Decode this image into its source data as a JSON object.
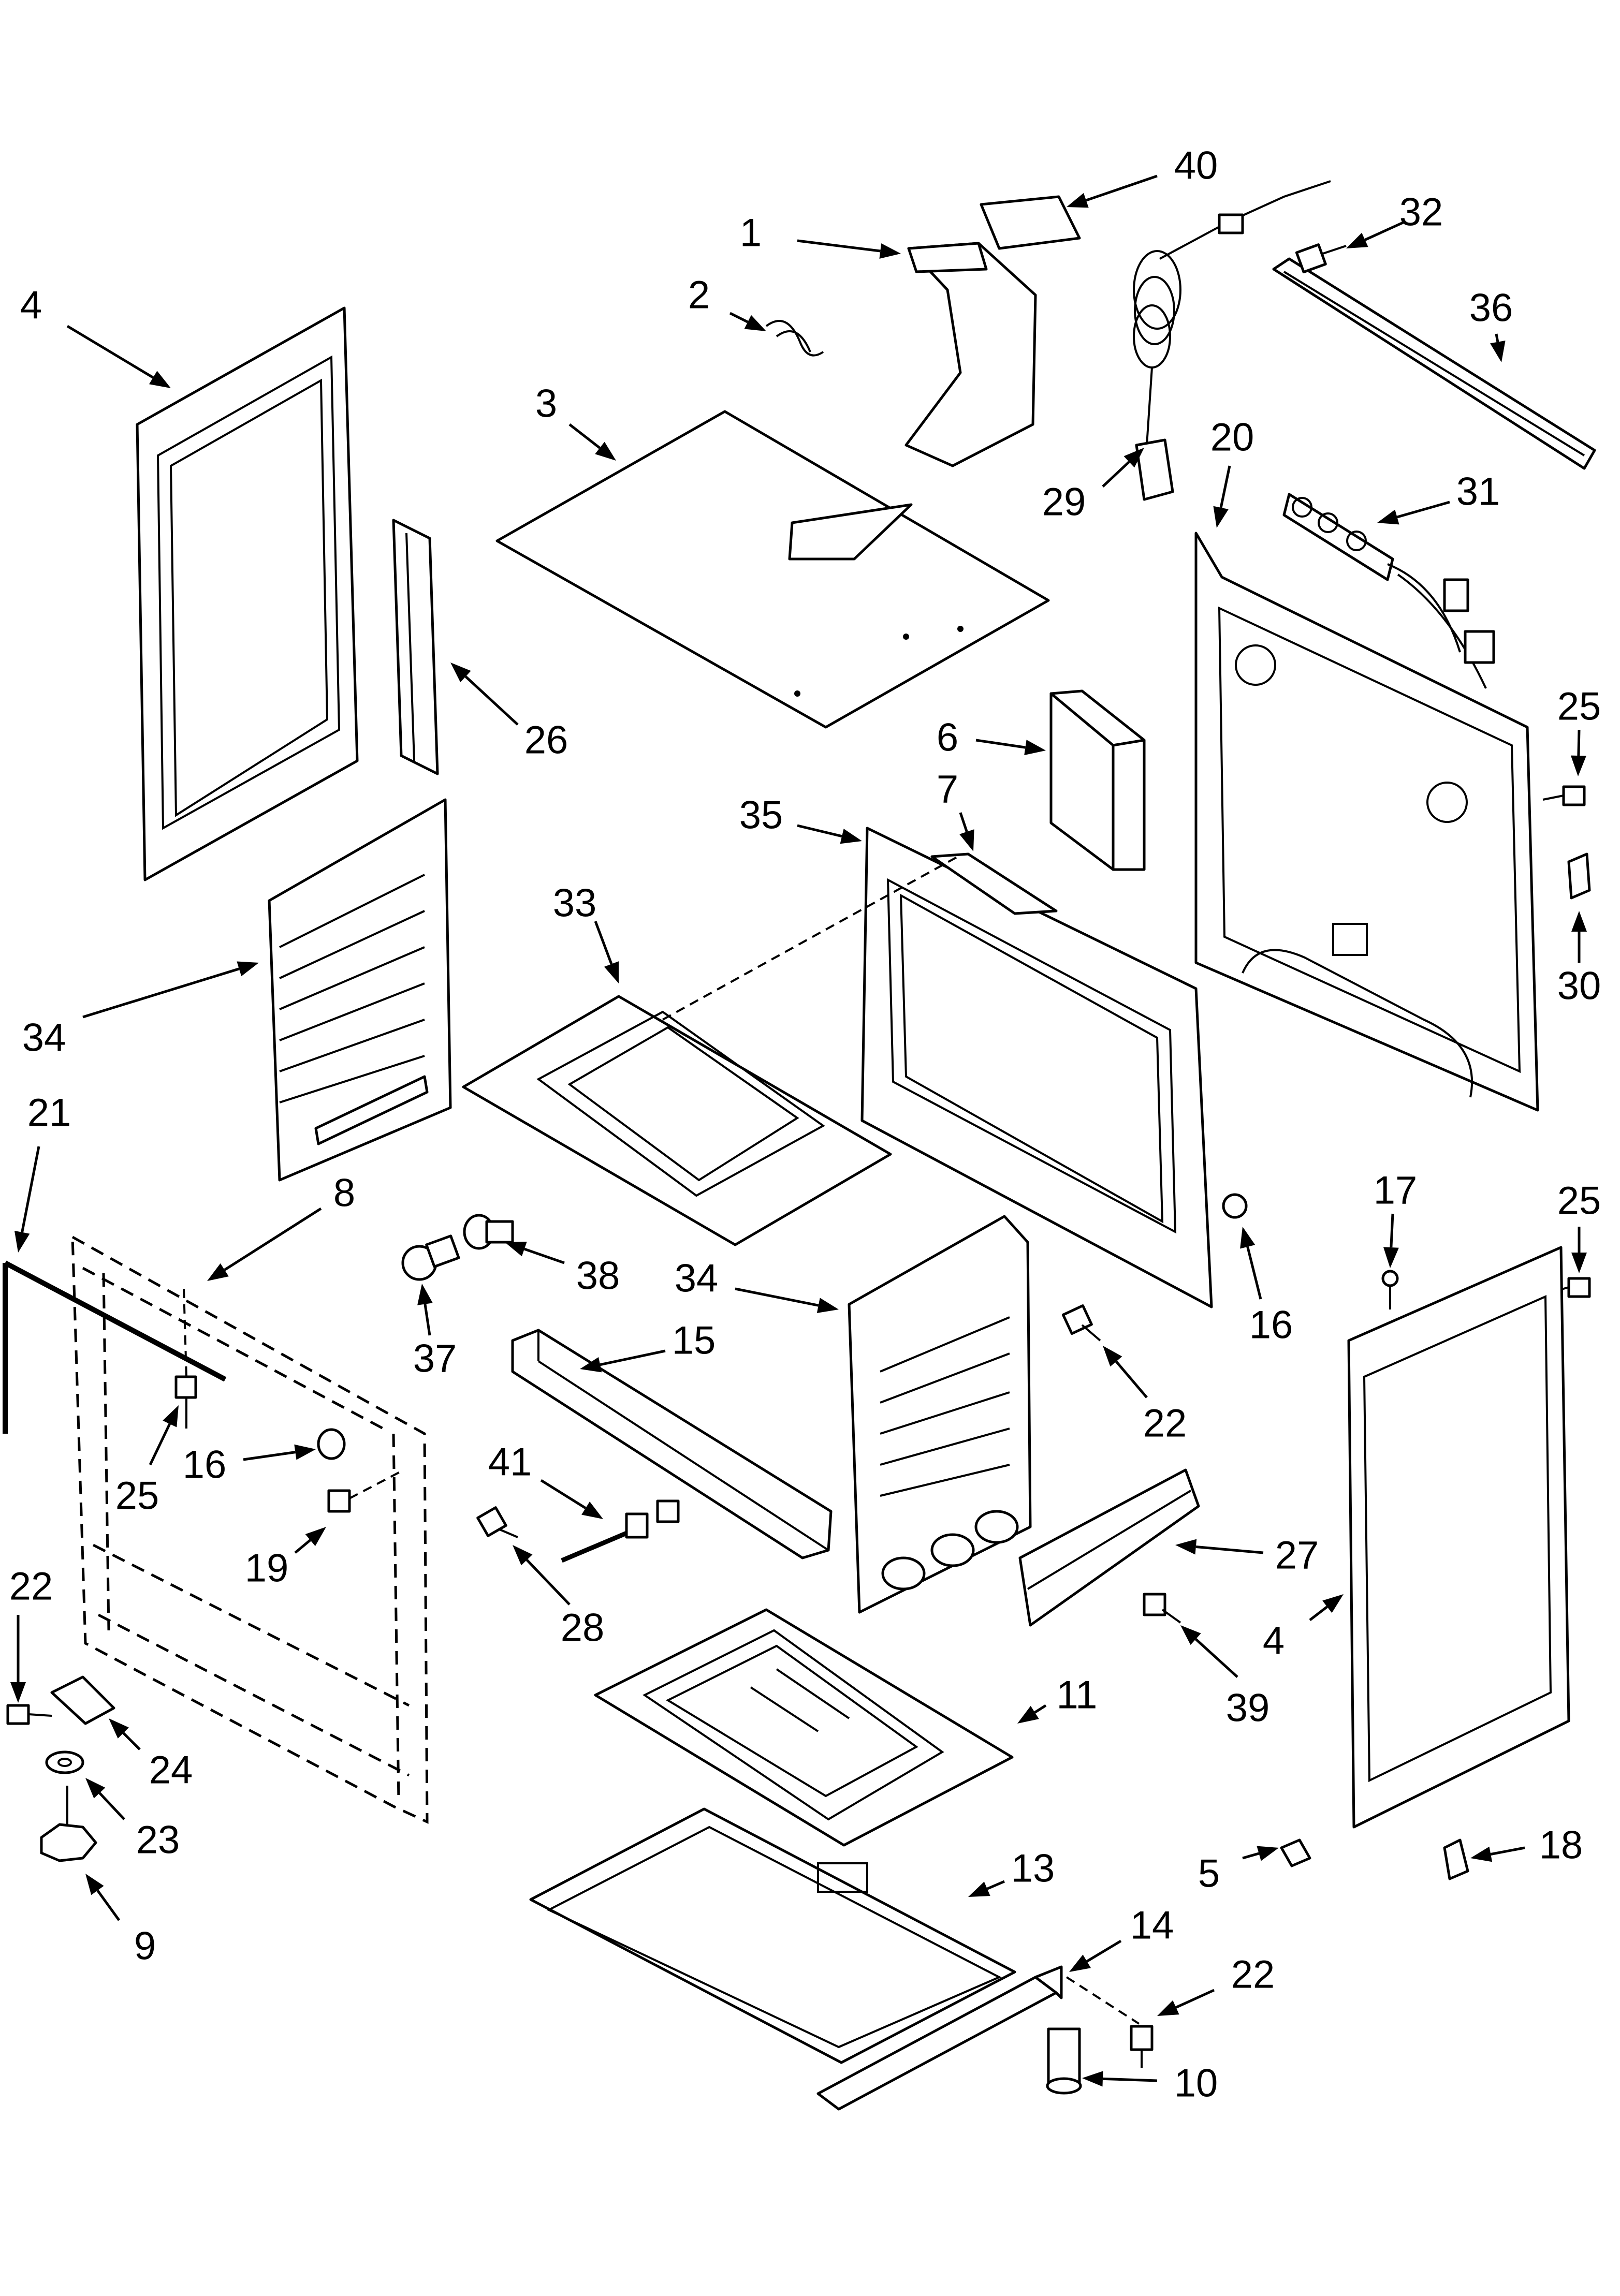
{
  "callouts": [
    {
      "label": "40"
    },
    {
      "label": "1"
    },
    {
      "label": "32"
    },
    {
      "label": "2"
    },
    {
      "label": "36"
    },
    {
      "label": "4"
    },
    {
      "label": "3"
    },
    {
      "label": "29"
    },
    {
      "label": "20"
    },
    {
      "label": "31"
    },
    {
      "label": "26"
    },
    {
      "label": "6"
    },
    {
      "label": "25"
    },
    {
      "label": "7"
    },
    {
      "label": "35"
    },
    {
      "label": "33"
    },
    {
      "label": "30"
    },
    {
      "label": "34"
    },
    {
      "label": "21"
    },
    {
      "label": "8"
    },
    {
      "label": "17"
    },
    {
      "label": "25"
    },
    {
      "label": "38"
    },
    {
      "label": "34"
    },
    {
      "label": "16"
    },
    {
      "label": "37"
    },
    {
      "label": "15"
    },
    {
      "label": "22"
    },
    {
      "label": "16"
    },
    {
      "label": "25"
    },
    {
      "label": "41"
    },
    {
      "label": "19"
    },
    {
      "label": "27"
    },
    {
      "label": "22"
    },
    {
      "label": "28"
    },
    {
      "label": "4"
    },
    {
      "label": "39"
    },
    {
      "label": "11"
    },
    {
      "label": "24"
    },
    {
      "label": "23"
    },
    {
      "label": "13"
    },
    {
      "label": "5"
    },
    {
      "label": "18"
    },
    {
      "label": "9"
    },
    {
      "label": "14"
    },
    {
      "label": "22"
    },
    {
      "label": "10"
    }
  ]
}
